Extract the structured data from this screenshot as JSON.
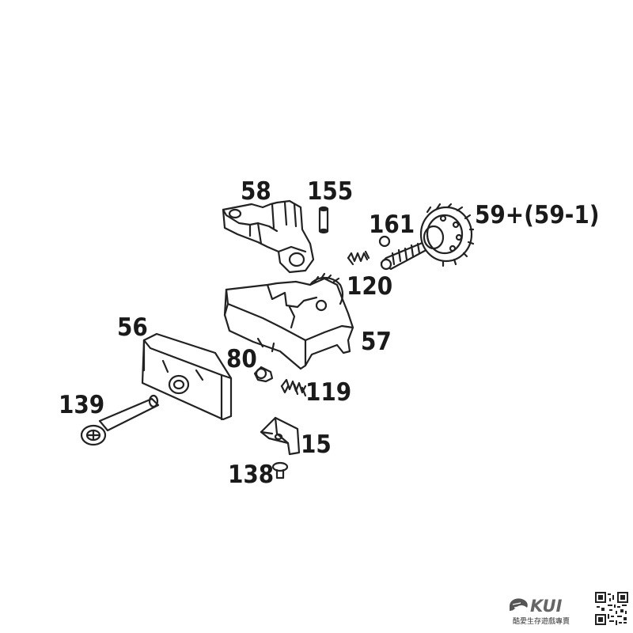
{
  "parts": {
    "p58": "58",
    "p155": "155",
    "p161": "161",
    "p59": "59+(59-1)",
    "p120": "120",
    "p56": "56",
    "p57": "57",
    "p80": "80",
    "p119": "119",
    "p139": "139",
    "p15": "15",
    "p138": "138"
  },
  "brand": {
    "logo_text": "KUI",
    "tagline": "酷愛生存遊戲專賣"
  },
  "colors": {
    "line": "#222222",
    "background": "#ffffff"
  }
}
